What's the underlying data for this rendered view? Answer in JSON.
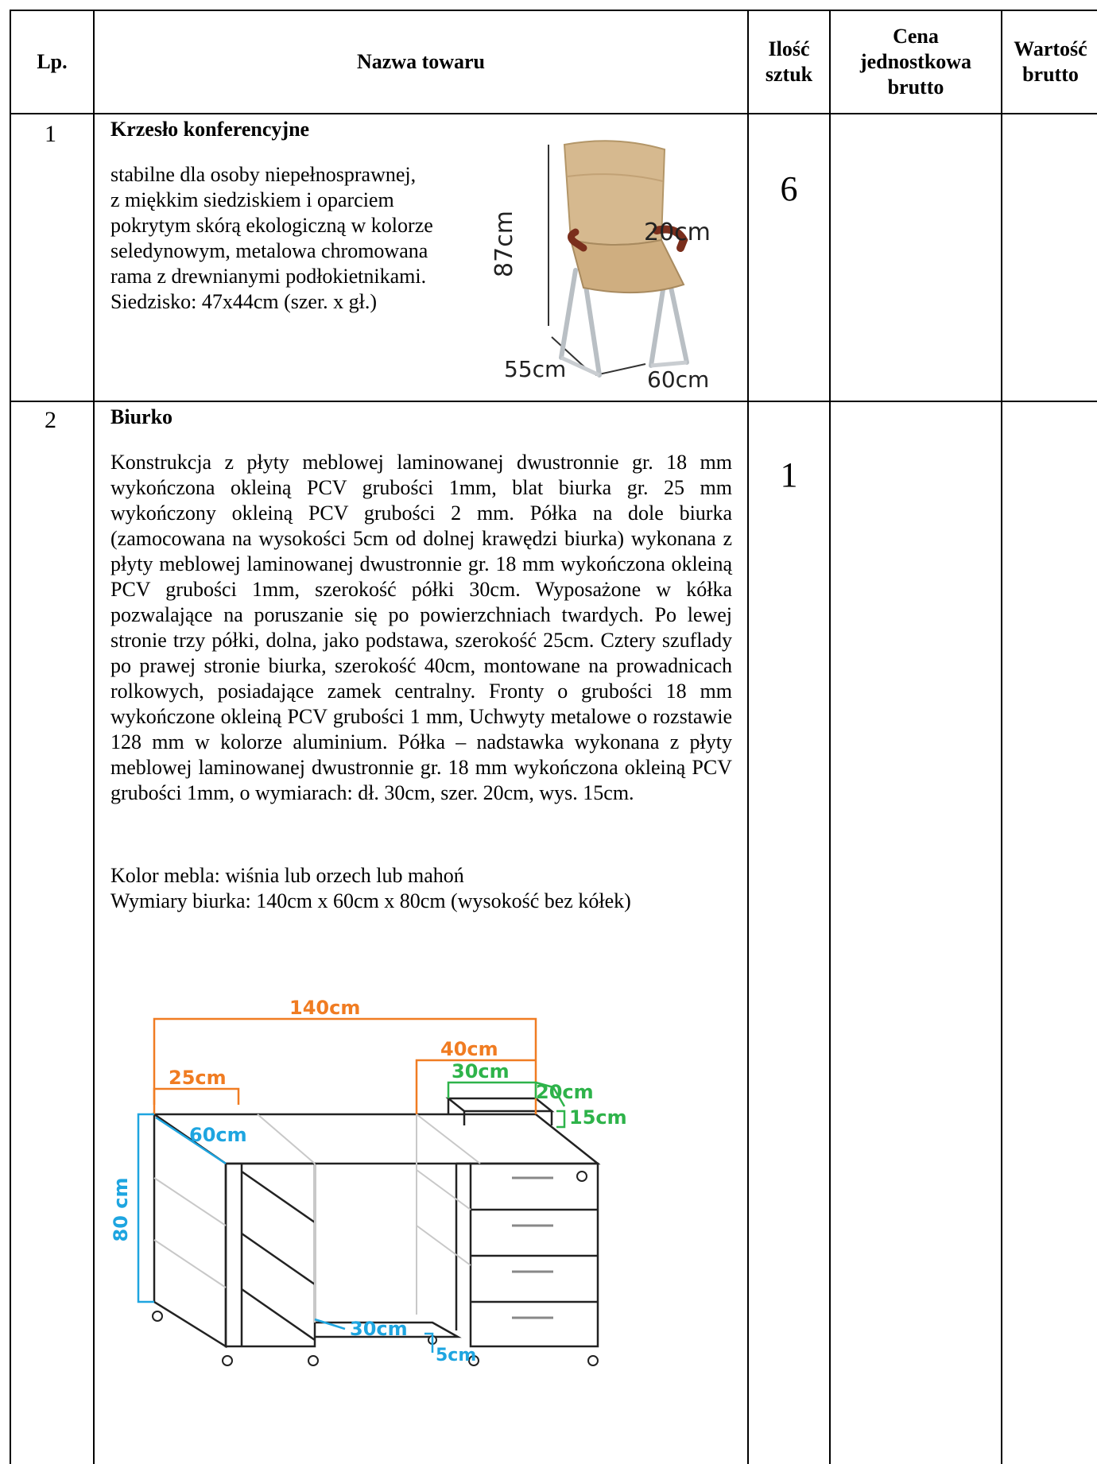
{
  "headers": {
    "lp": "Lp.",
    "name": "Nazwa towaru",
    "qty_line1": "Ilość",
    "qty_line2": "sztuk",
    "price_line1": "Cena",
    "price_line2": "jednostkowa",
    "price_line3": "brutto",
    "value_line1": "Wartość",
    "value_line2": "brutto"
  },
  "rows": [
    {
      "lp": "1",
      "name": "Krzesło konferencyjne",
      "quantity": "6",
      "description_lines": [
        "stabilne dla osoby niepełnosprawnej,",
        "z miękkim siedziskiem i oparciem",
        "pokrytym skórą ekologiczną w kolorze",
        "seledynowym, metalowa chromowana",
        "rama z drewnianymi podłokietnikami.",
        "Siedzisko: 47x44cm (szer. x gł.)"
      ],
      "image_labels": {
        "height": "87cm",
        "armrest": "20cm",
        "depth": "55cm",
        "width": "60cm"
      }
    },
    {
      "lp": "2",
      "name": "Biurko",
      "quantity": "1",
      "description": "Konstrukcja z płyty meblowej laminowanej dwustronnie gr. 18 mm wykończona okleiną PCV grubości 1mm, blat biurka gr. 25 mm wykończony okleiną PCV grubości 2 mm. Półka na dole biurka (zamocowana na wysokości 5cm od dolnej krawędzi biurka) wykonana z płyty meblowej laminowanej dwustronnie gr. 18 mm wykończona okleiną PCV grubości 1mm, szerokość półki 30cm. Wyposażone w kółka pozwalające na poruszanie się po powierzchniach twardych. Po lewej stronie trzy półki, dolna, jako podstawa, szerokość 25cm. Cztery szuflady po prawej stronie biurka, szerokość 40cm, montowane na prowadnicach rolkowych, posiadające zamek centralny. Fronty o grubości 18 mm wykończone okleiną PCV grubości 1 mm, Uchwyty metalowe o rozstawie 128 mm w kolorze aluminium. Półka – nadstawka wykonana z płyty meblowej laminowanej dwustronnie gr. 18 mm wykończona okleiną PCV grubości 1mm, o wymiarach: dł. 30cm, szer. 20cm, wys. 15cm.",
      "color_line": "Kolor mebla: wiśnia lub orzech lub mahoń",
      "dims_line": "Wymiary biurka: 140cm x 60cm x 80cm (wysokość bez kółek)",
      "drawing_labels": {
        "total_width": "140cm",
        "drawer_width": "40cm",
        "shelf_top": "30cm",
        "shelf_depth": "20cm",
        "shelf_height": "15cm",
        "left_shelf": "25cm",
        "depth": "60cm",
        "height": "80 cm",
        "bottom_shelf": "30cm",
        "bottom_offset": "5cm"
      }
    }
  ],
  "colors": {
    "orange": "#f07c22",
    "green": "#2eb34a",
    "blue": "#1ea5e0"
  }
}
